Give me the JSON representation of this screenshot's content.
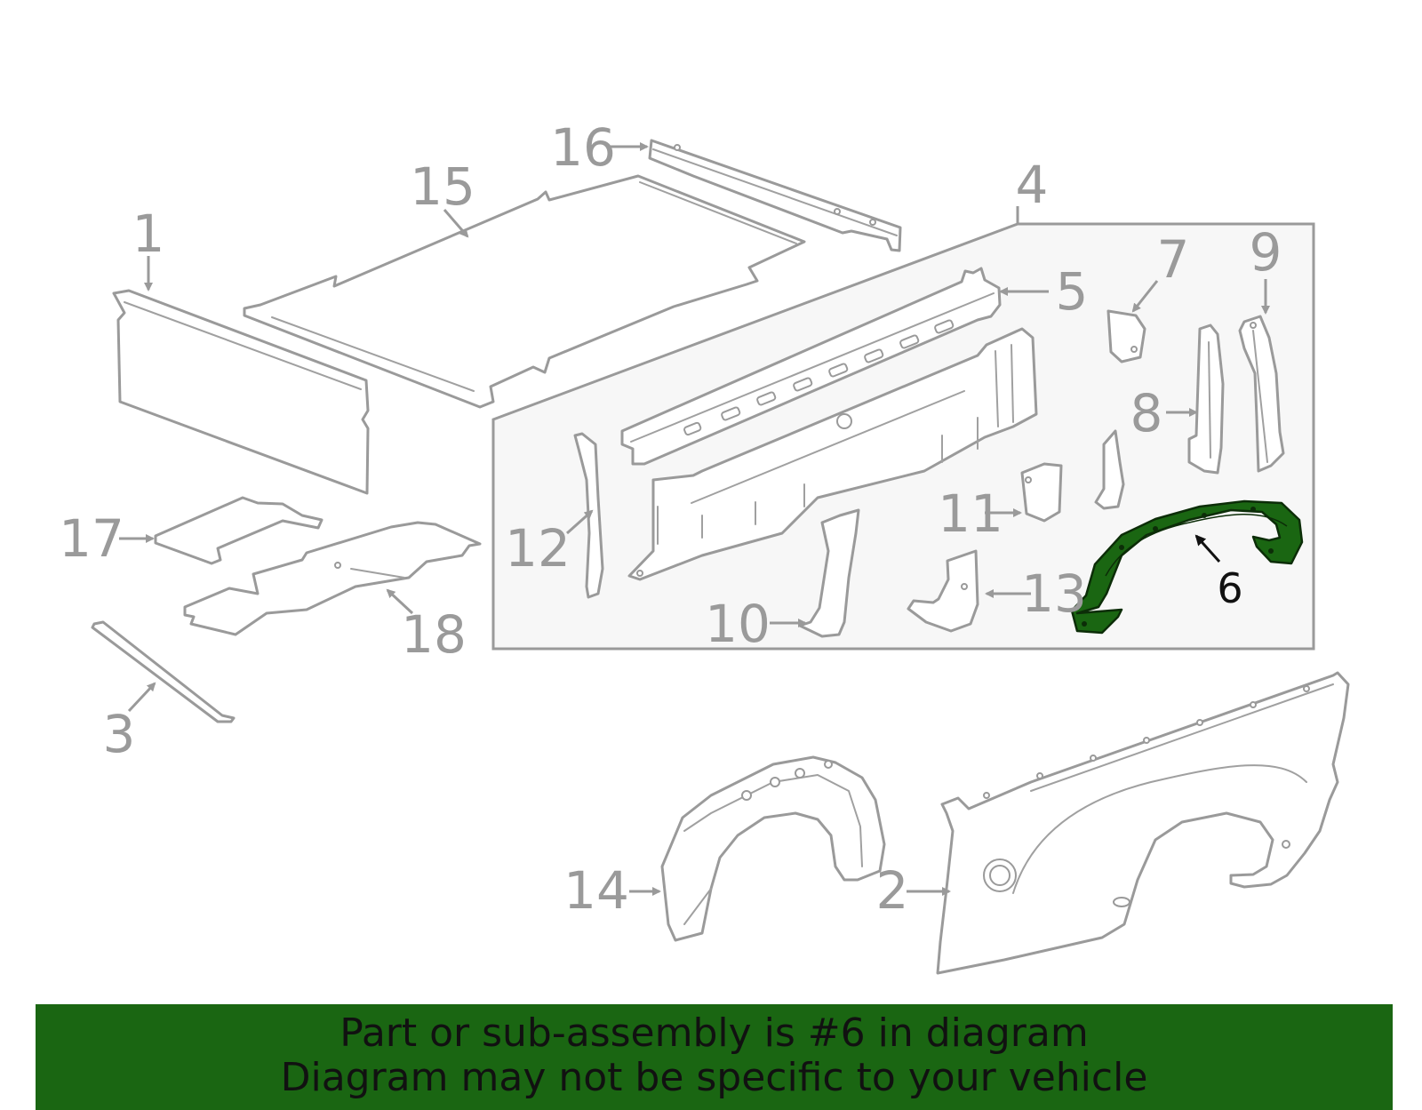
{
  "diagram": {
    "highlight_color": "#1a6612",
    "line_color": "#9a9a9a",
    "callouts": {
      "c1": "1",
      "c2": "2",
      "c3": "3",
      "c4": "4",
      "c5": "5",
      "c6": "6",
      "c7": "7",
      "c8": "8",
      "c9": "9",
      "c10": "10",
      "c11": "11",
      "c12": "12",
      "c13": "13",
      "c14": "14",
      "c15": "15",
      "c16": "16",
      "c17": "17",
      "c18": "18"
    }
  },
  "banner": {
    "line1": "Part or sub-assembly is #6 in diagram",
    "line2": "Diagram may not be specific to your vehicle",
    "background_color": "#1a6612"
  }
}
